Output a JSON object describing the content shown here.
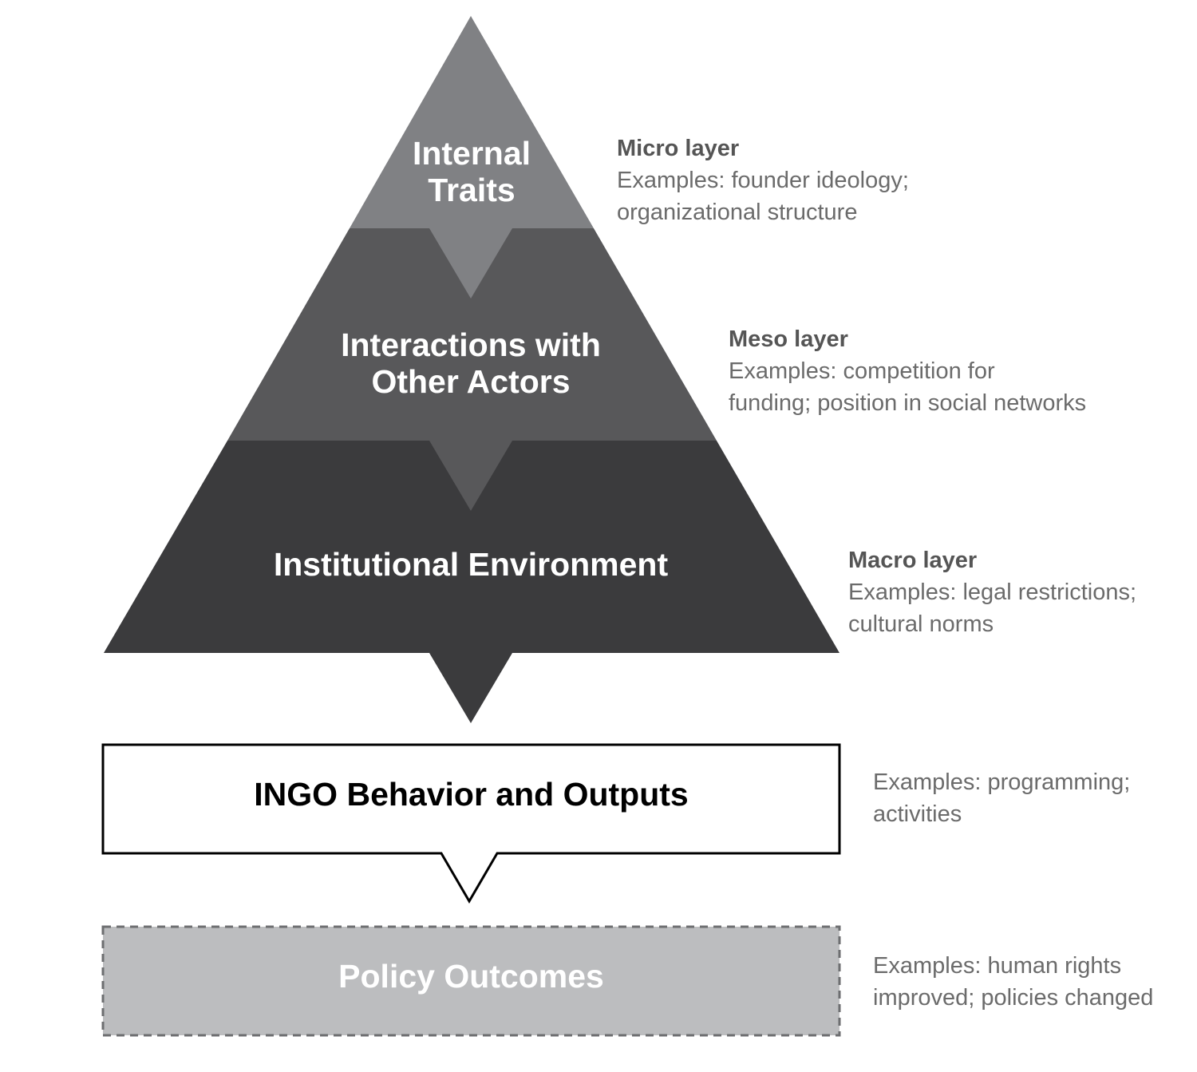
{
  "colors": {
    "micro_fill": "#808184",
    "meso_fill": "#58585a",
    "macro_fill": "#3b3b3d",
    "outputs_fill": "#ffffff",
    "outputs_stroke": "#000000",
    "outcomes_fill": "#bcbdbf",
    "outcomes_stroke": "#6d6e70",
    "annotation_text": "#6b6b6b",
    "layer_label_text": "#555555"
  },
  "pyramid": {
    "micro": {
      "title_lines": [
        "Internal",
        "Traits"
      ],
      "layer_label": "Micro layer",
      "example_lines": [
        "Examples: founder ideology;",
        "organizational structure"
      ]
    },
    "meso": {
      "title_lines": [
        "Interactions with",
        "Other Actors"
      ],
      "layer_label": "Meso layer",
      "example_lines": [
        "Examples: competition for",
        "funding; position in social networks"
      ]
    },
    "macro": {
      "title_lines": [
        "Institutional Environment"
      ],
      "layer_label": "Macro layer",
      "example_lines": [
        "Examples: legal restrictions;",
        "cultural norms"
      ]
    }
  },
  "outputs": {
    "title": "INGO Behavior and Outputs",
    "example_lines": [
      "Examples: programming;",
      "activities"
    ]
  },
  "outcomes": {
    "title": "Policy Outcomes",
    "example_lines": [
      "Examples: human rights",
      "improved; policies changed"
    ]
  }
}
